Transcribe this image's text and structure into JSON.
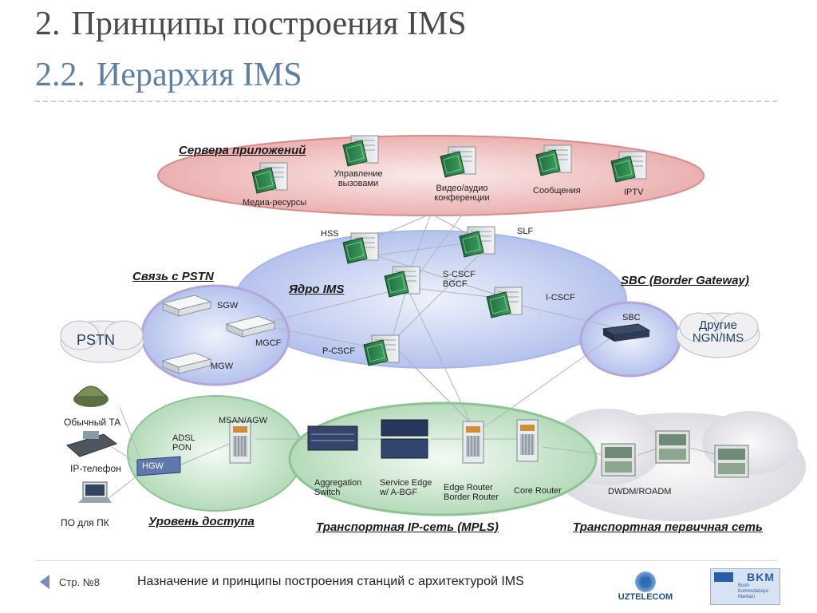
{
  "title": {
    "num": "2.",
    "text": "Принципы построения IMS"
  },
  "subtitle": {
    "num": "2.2.",
    "text": "Иерархия IMS"
  },
  "sections": {
    "app_servers": "Сервера приложений",
    "pstn_link": "Связь с PSTN",
    "ims_core": "Ядро IMS",
    "sbc": "SBC (Border Gateway)",
    "access": "Уровень доступа",
    "transport_ip": "Транспортная IP-сеть (MPLS)",
    "transport_primary": "Транспортная первичная сеть"
  },
  "clouds": {
    "pstn": "PSTN",
    "other_ngn_1": "Другие",
    "other_ngn_2": "NGN/IMS"
  },
  "app_labels": {
    "media": "Медиа-ресурсы",
    "call_control_1": "Управление",
    "call_control_2": "вызовами",
    "video_1": "Видео/аудио",
    "video_2": "конференции",
    "messages": "Сообщения",
    "iptv": "IPTV"
  },
  "core_labels": {
    "hss": "HSS",
    "slf": "SLF",
    "scscf_1": "S-CSCF",
    "scscf_2": "BGCF",
    "icscf": "I-CSCF",
    "pcscf": "P-CSCF",
    "sgw": "SGW",
    "mgcf": "MGCF",
    "mgw": "MGW",
    "sbc": "SBC"
  },
  "access_labels": {
    "ta": "Обычный ТА",
    "ip_phone": "IP-телефон",
    "pc": "ПО для ПК",
    "hgw": "HGW",
    "adsl_1": "ADSL",
    "adsl_2": "PON",
    "msan": "MSAN/AGW"
  },
  "transport_labels": {
    "agg_1": "Aggregation",
    "agg_2": "Switch",
    "se_1": "Service Edge",
    "se_2": "w/ A-BGF",
    "edge_1": "Edge Router",
    "edge_2": "Border Router",
    "core": "Core Router",
    "dwdm": "DWDM/ROADM"
  },
  "footer": {
    "page": "Стр. №8",
    "text": "Назначение и принципы построения станций с архитектурой IMS",
    "logo_uz": "UZTELECOM",
    "logo_bkm": "BKM",
    "logo_bkm_small": "Bosh Kommutatsiya Markazi"
  },
  "colors": {
    "app_ellipse": "#f2c9c9",
    "core_ellipse": "#c9d4f2",
    "access_ellipse": "#d7ecd9",
    "primary_cloud": "#e8e8ec",
    "title_blue": "#5e7fa5"
  }
}
